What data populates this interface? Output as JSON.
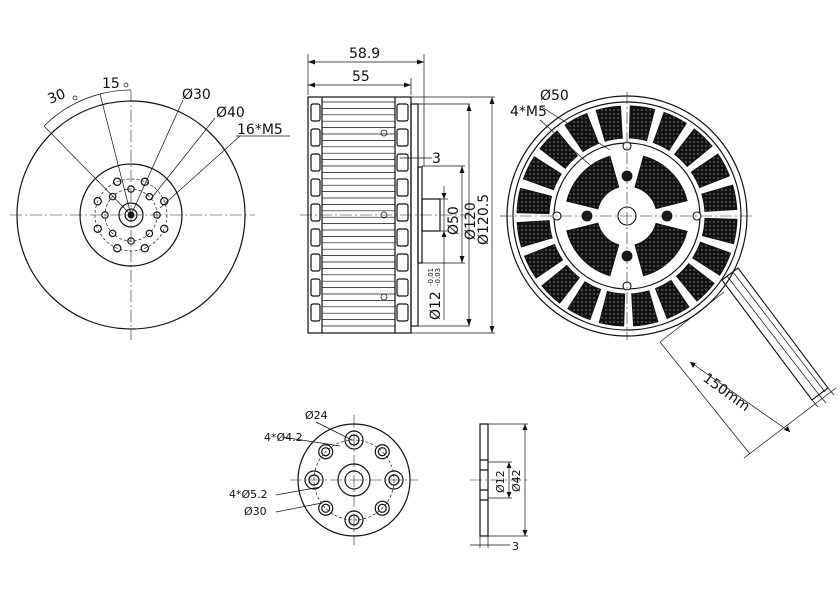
{
  "front_view": {
    "angle_30": "30",
    "angle_15": "15",
    "dia_30": "Ø30",
    "dia_40": "Ø40",
    "holes": "16*M5"
  },
  "side_view": {
    "length_589": "58.9",
    "length_55": "55",
    "step_3": "3",
    "dia_50": "Ø50",
    "dia_120": "Ø120",
    "dia_1205": "Ø120.5",
    "shaft": "Ø12",
    "tol_upper": "-0.01",
    "tol_lower": "-0.03"
  },
  "rear_view": {
    "dia_50": "Ø50",
    "holes": "4*M5",
    "cable": "150mm"
  },
  "adapter_front": {
    "dia_24": "Ø24",
    "holes_42": "4*Ø4.2",
    "holes_52": "4*Ø5.2",
    "dia_30": "Ø30"
  },
  "adapter_side": {
    "dia_12": "Ø12",
    "dia_42": "Ø42",
    "thickness": "3"
  }
}
